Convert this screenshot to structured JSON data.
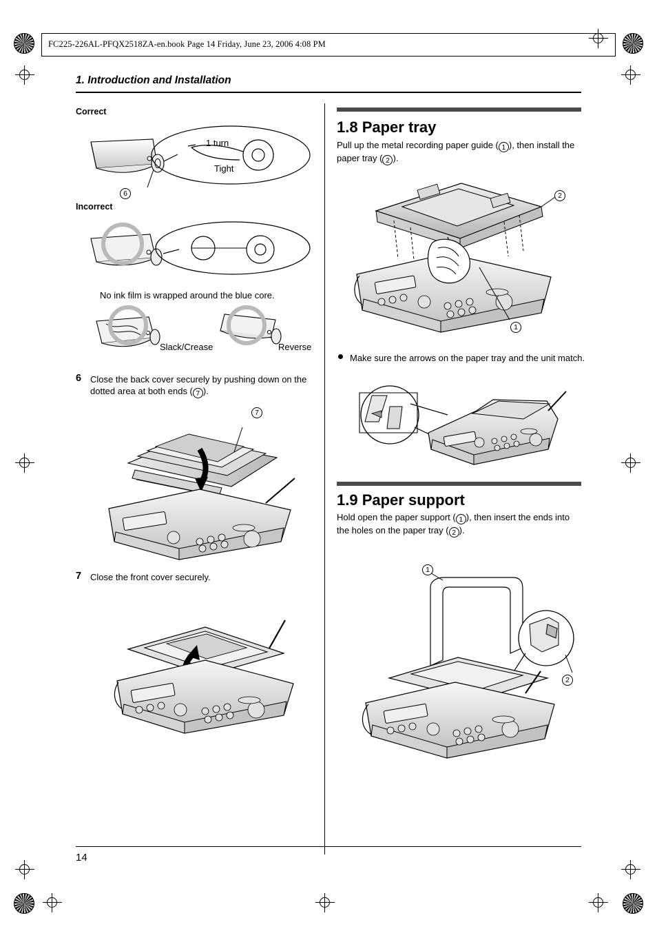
{
  "header": {
    "filename_line": "FC225-226AL-PFQX2518ZA-en.book  Page 14  Friday, June 23, 2006  4:08 PM"
  },
  "chapter": {
    "title": "1. Introduction and Installation"
  },
  "footer": {
    "page_number": "14"
  },
  "left_column": {
    "correct_label": "Correct",
    "incorrect_label": "Incorrect",
    "fig_correct": {
      "callout_turn": "1 turn",
      "callout_tight": "Tight",
      "marker": "6"
    },
    "fig_incorrect": {
      "caption_core": "No ink film is wrapped around the blue core.",
      "caption_slack": "Slack/Crease",
      "caption_reverse": "Reverse"
    },
    "step6": {
      "number": "6",
      "text_a": "Close the back cover securely by pushing down on the dotted area at both ends (",
      "text_b": ").",
      "marker": "7"
    },
    "step7": {
      "number": "7",
      "text": "Close the front cover securely."
    }
  },
  "right_column": {
    "section_8": {
      "title": "1.8 Paper tray",
      "intro_a": "Pull up the metal recording paper guide (",
      "intro_b": "), then install the paper tray (",
      "intro_c": ").",
      "marker_1": "1",
      "marker_2": "2",
      "note": "Make sure the arrows on the paper tray and the unit match."
    },
    "section_9": {
      "title": "1.9 Paper support",
      "intro_a": "Hold open the paper support (",
      "intro_b": "), then insert the ends into the holes on the paper tray (",
      "intro_c": ").",
      "marker_1": "1",
      "marker_2": "2"
    }
  }
}
